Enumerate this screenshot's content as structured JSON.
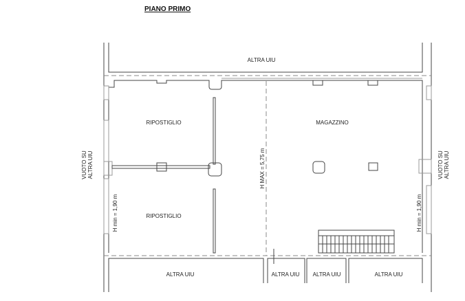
{
  "title": "PIANO PRIMO",
  "rooms": {
    "ripostiglio_top": "RIPOSTIGLIO",
    "ripostiglio_bottom": "RIPOSTIGLIO",
    "magazzino": "MAGAZZINO"
  },
  "neighbors": {
    "top": "ALTRA UIU",
    "bottom": [
      "ALTRA UIU",
      "ALTRA UIU",
      "ALTRA UIU",
      "ALTRA UIU"
    ],
    "left": [
      "VUOTO SU",
      "ALTRA UIU"
    ],
    "right": [
      "VUOTO SU",
      "ALTRA UIU"
    ]
  },
  "heights": {
    "h_max": "H MAX = 5,75 m",
    "h_min_left": "H min = 1,90 m",
    "h_min_right": "H min = 1,90 m"
  }
}
